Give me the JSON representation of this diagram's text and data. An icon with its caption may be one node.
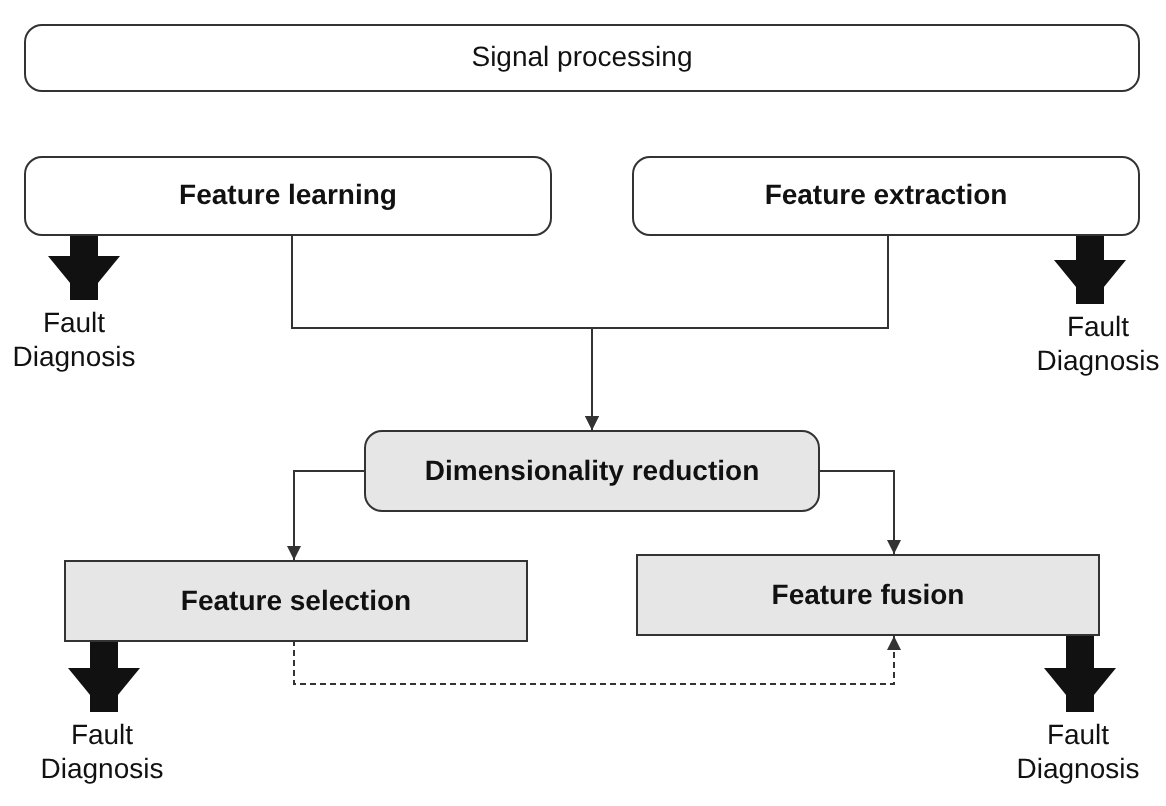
{
  "diagram": {
    "nodes": [
      {
        "text": [
          "Signal processing"
        ]
      },
      {
        "text": [
          "Feature learning"
        ]
      },
      {
        "text": [
          "Feature extraction"
        ]
      },
      {
        "text": [
          "Fault Diagnosis"
        ]
      },
      {
        "text": [
          "Fault Diagnosis"
        ]
      },
      {
        "text": [
          "Dimensionality reduction"
        ]
      },
      {
        "text": [
          "Feature selection"
        ]
      },
      {
        "text": [
          "Feature fusion"
        ]
      },
      {
        "text": [
          "Fault Diagnosis"
        ]
      },
      {
        "text": [
          "Fault Diagnosis"
        ]
      }
    ],
    "edges": [
      {
        "from": 1,
        "to": 3,
        "arrow": "to",
        "style": "thick"
      },
      {
        "from": 2,
        "to": 4,
        "arrow": "to",
        "style": "thick"
      },
      {
        "from": 1,
        "to": 5,
        "arrow": "to"
      },
      {
        "from": 2,
        "to": 5,
        "arrow": "to"
      },
      {
        "from": 5,
        "to": 6,
        "arrow": "to"
      },
      {
        "from": 5,
        "to": 7,
        "arrow": "to"
      },
      {
        "from": 6,
        "to": 7,
        "arrow": "to",
        "style": "dashed"
      },
      {
        "from": 6,
        "to": 8,
        "arrow": "to",
        "style": "thick"
      },
      {
        "from": 7,
        "to": 9,
        "arrow": "to",
        "style": "thick"
      }
    ]
  }
}
